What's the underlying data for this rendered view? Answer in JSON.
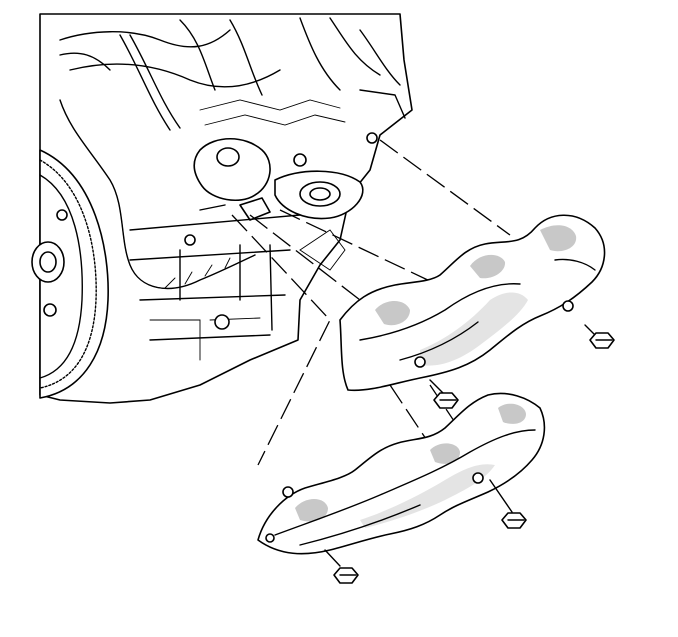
{
  "diagram": {
    "labels": [],
    "colors": {
      "line": "#000000",
      "shade": "#c8c8c8",
      "background": "#ffffff"
    },
    "parts": [
      "engine-block",
      "flywheel",
      "wiring-harness",
      "upper-heat-shield",
      "lower-heat-shield",
      "bolt",
      "bolt",
      "bolt",
      "bolt"
    ]
  }
}
